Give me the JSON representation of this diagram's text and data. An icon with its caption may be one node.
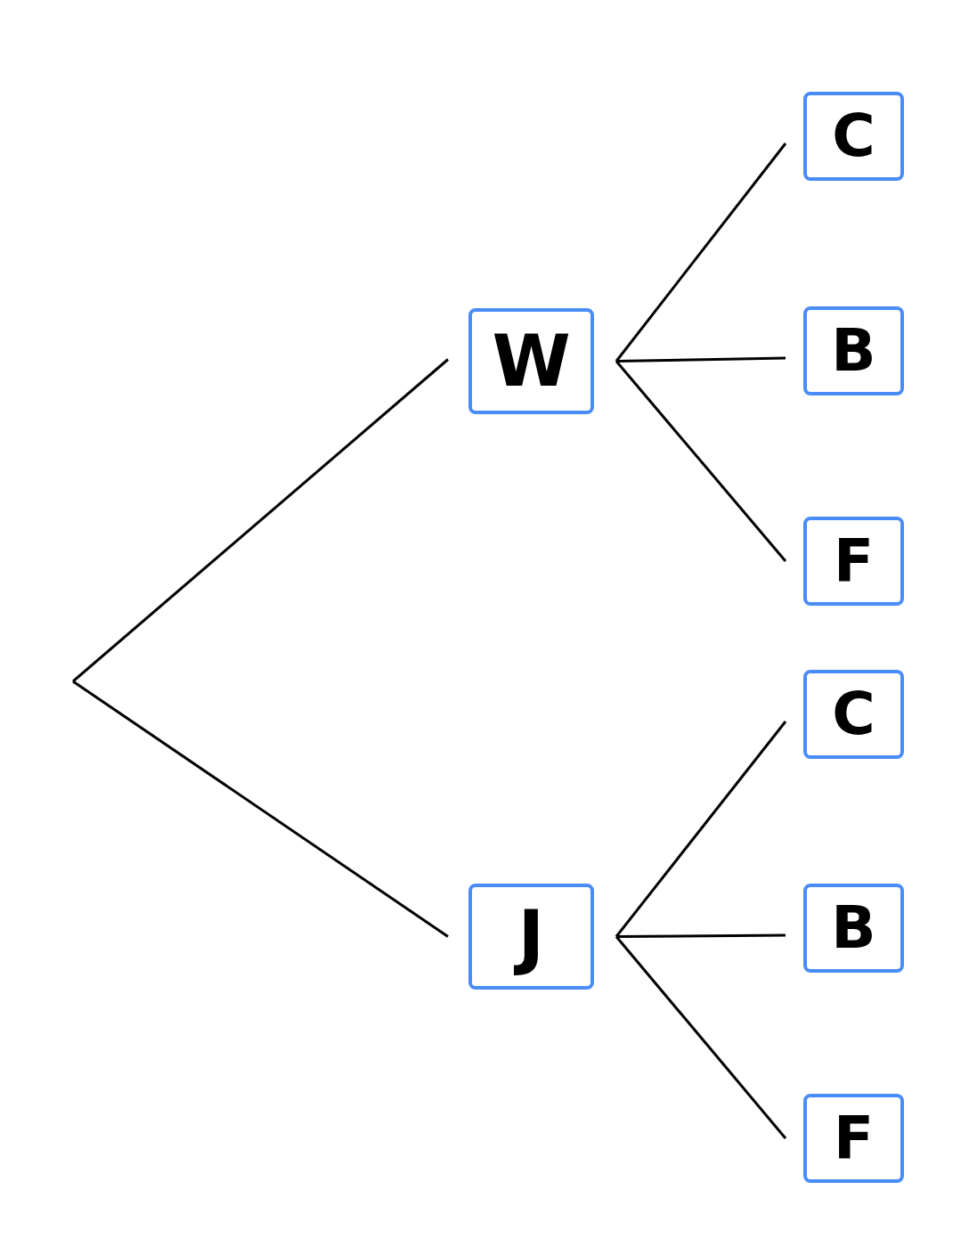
{
  "diagram": {
    "nodes": [
      {
        "text": [
          "W"
        ]
      },
      {
        "text": [
          "C"
        ]
      },
      {
        "text": [
          "B"
        ]
      },
      {
        "text": [
          "F"
        ]
      },
      {
        "text": [
          "J"
        ]
      },
      {
        "text": [
          "C"
        ]
      },
      {
        "text": [
          "B"
        ]
      },
      {
        "text": [
          "F"
        ]
      }
    ],
    "edges": [
      {
        "from": null,
        "to": 0,
        "arrow": "none"
      },
      {
        "from": null,
        "to": 4,
        "arrow": "none"
      },
      {
        "from": 0,
        "to": 1,
        "arrow": "none"
      },
      {
        "from": 0,
        "to": 2,
        "arrow": "none"
      },
      {
        "from": 0,
        "to": 3,
        "arrow": "none"
      },
      {
        "from": 4,
        "to": 5,
        "arrow": "none"
      },
      {
        "from": 4,
        "to": 6,
        "arrow": "none"
      },
      {
        "from": 4,
        "to": 7,
        "arrow": "none"
      }
    ]
  }
}
